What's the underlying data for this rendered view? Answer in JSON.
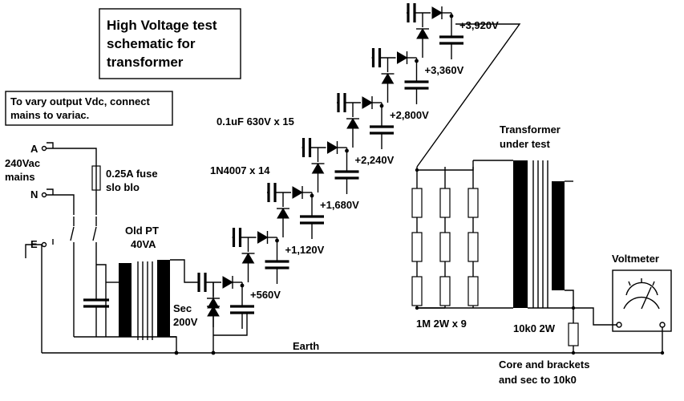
{
  "title": {
    "line1": "High Voltage test",
    "line2": "schematic for",
    "line3": "transformer"
  },
  "note": {
    "line1": "To vary output Vdc, connect",
    "line2": "mains to variac."
  },
  "mains": {
    "terminal_a": "A",
    "terminal_n": "N",
    "terminal_e": "E",
    "label_line1": "240Vac",
    "label_line2": "mains"
  },
  "fuse": {
    "line1": "0.25A fuse",
    "line2": "slo blo"
  },
  "power_transformer": {
    "line1": "Old PT",
    "line2": "40VA",
    "sec_line1": "Sec",
    "sec_line2": "200V"
  },
  "multiplier": {
    "capacitor_spec": "0.1uF 630V x 15",
    "diode_spec": "1N4007 x 14",
    "taps": [
      "+560V",
      "+1,120V",
      "+1,680V",
      "+2,240V",
      "+2,800V",
      "+3,360V",
      "+3,920V"
    ]
  },
  "resistor_string": {
    "label": "1M 2W x 9"
  },
  "dut": {
    "line1": "Transformer",
    "line2": "under test"
  },
  "sense_resistor": {
    "label": "10k0 2W"
  },
  "voltmeter": {
    "label": "Voltmeter"
  },
  "earth": {
    "label": "Earth"
  },
  "footer_note": {
    "line1": "Core and brackets",
    "line2": "and sec to 10k0"
  }
}
